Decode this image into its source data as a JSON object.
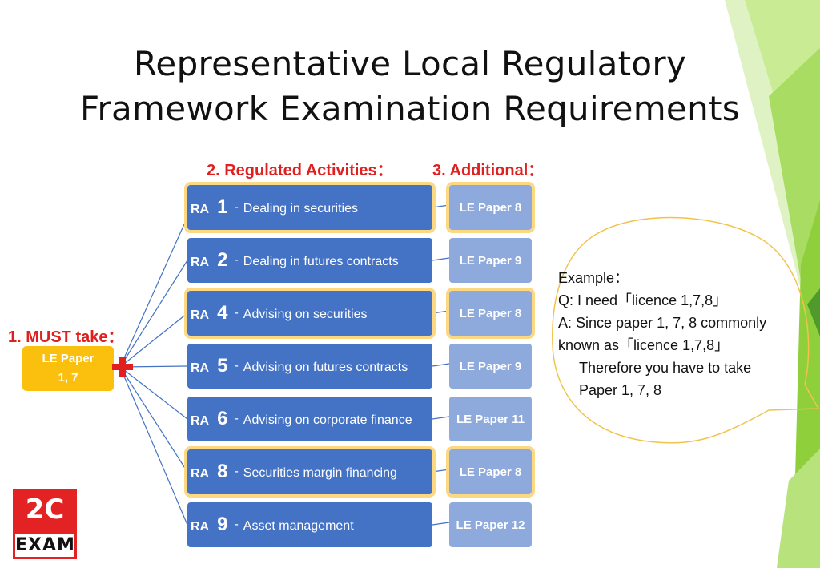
{
  "title": {
    "line1": "Representative Local Regulatory",
    "line2": "Framework Examination Requirements"
  },
  "headings": {
    "must_take": "1. MUST take：",
    "regulated": "2. Regulated Activities：",
    "additional": "3. Additional："
  },
  "must_box": {
    "line1": "LE Paper",
    "line2": "1, 7"
  },
  "rows": [
    {
      "ra_label": "RA",
      "number": "1",
      "dash": "-",
      "desc": "Dealing in securities",
      "paper": "LE Paper 8",
      "highlighted": true
    },
    {
      "ra_label": "RA",
      "number": "2",
      "dash": "-",
      "desc": "Dealing in futures contracts",
      "paper": "LE Paper 9",
      "highlighted": false
    },
    {
      "ra_label": "RA",
      "number": "4",
      "dash": "-",
      "desc": "Advising on securities",
      "paper": "LE Paper 8",
      "highlighted": true
    },
    {
      "ra_label": "RA",
      "number": "5",
      "dash": "-",
      "desc": "Advising on futures contracts",
      "paper": "LE Paper 9",
      "highlighted": false
    },
    {
      "ra_label": "RA",
      "number": "6",
      "dash": "-",
      "desc": "Advising on corporate finance",
      "paper": "LE Paper 11",
      "highlighted": false
    },
    {
      "ra_label": "RA",
      "number": "8",
      "dash": "-",
      "desc": "Securities margin financing",
      "paper": "LE Paper 8",
      "highlighted": true
    },
    {
      "ra_label": "RA",
      "number": "9",
      "dash": "-",
      "desc": "Asset management",
      "paper": "LE Paper 12",
      "highlighted": false
    }
  ],
  "callout": {
    "line1": "Example：",
    "line2": "Q: I need「licence 1,7,8」",
    "line3": "A: Since paper 1, 7, 8 commonly",
    "line4": "known as「licence 1,7,8」",
    "line5": "Therefore you have to take",
    "line6": "Paper 1, 7, 8"
  },
  "logo": {
    "top": "2C",
    "bottom": "EXAM"
  },
  "colors": {
    "ra_box": "#4472c4",
    "le_box": "#8ea9db",
    "must_box": "#fbbf0e",
    "highlight": "#fdd882",
    "heading_red": "#e0201f",
    "deco_green": "#8fcf3c"
  },
  "icons": {
    "plus": "red-plus-icon"
  }
}
